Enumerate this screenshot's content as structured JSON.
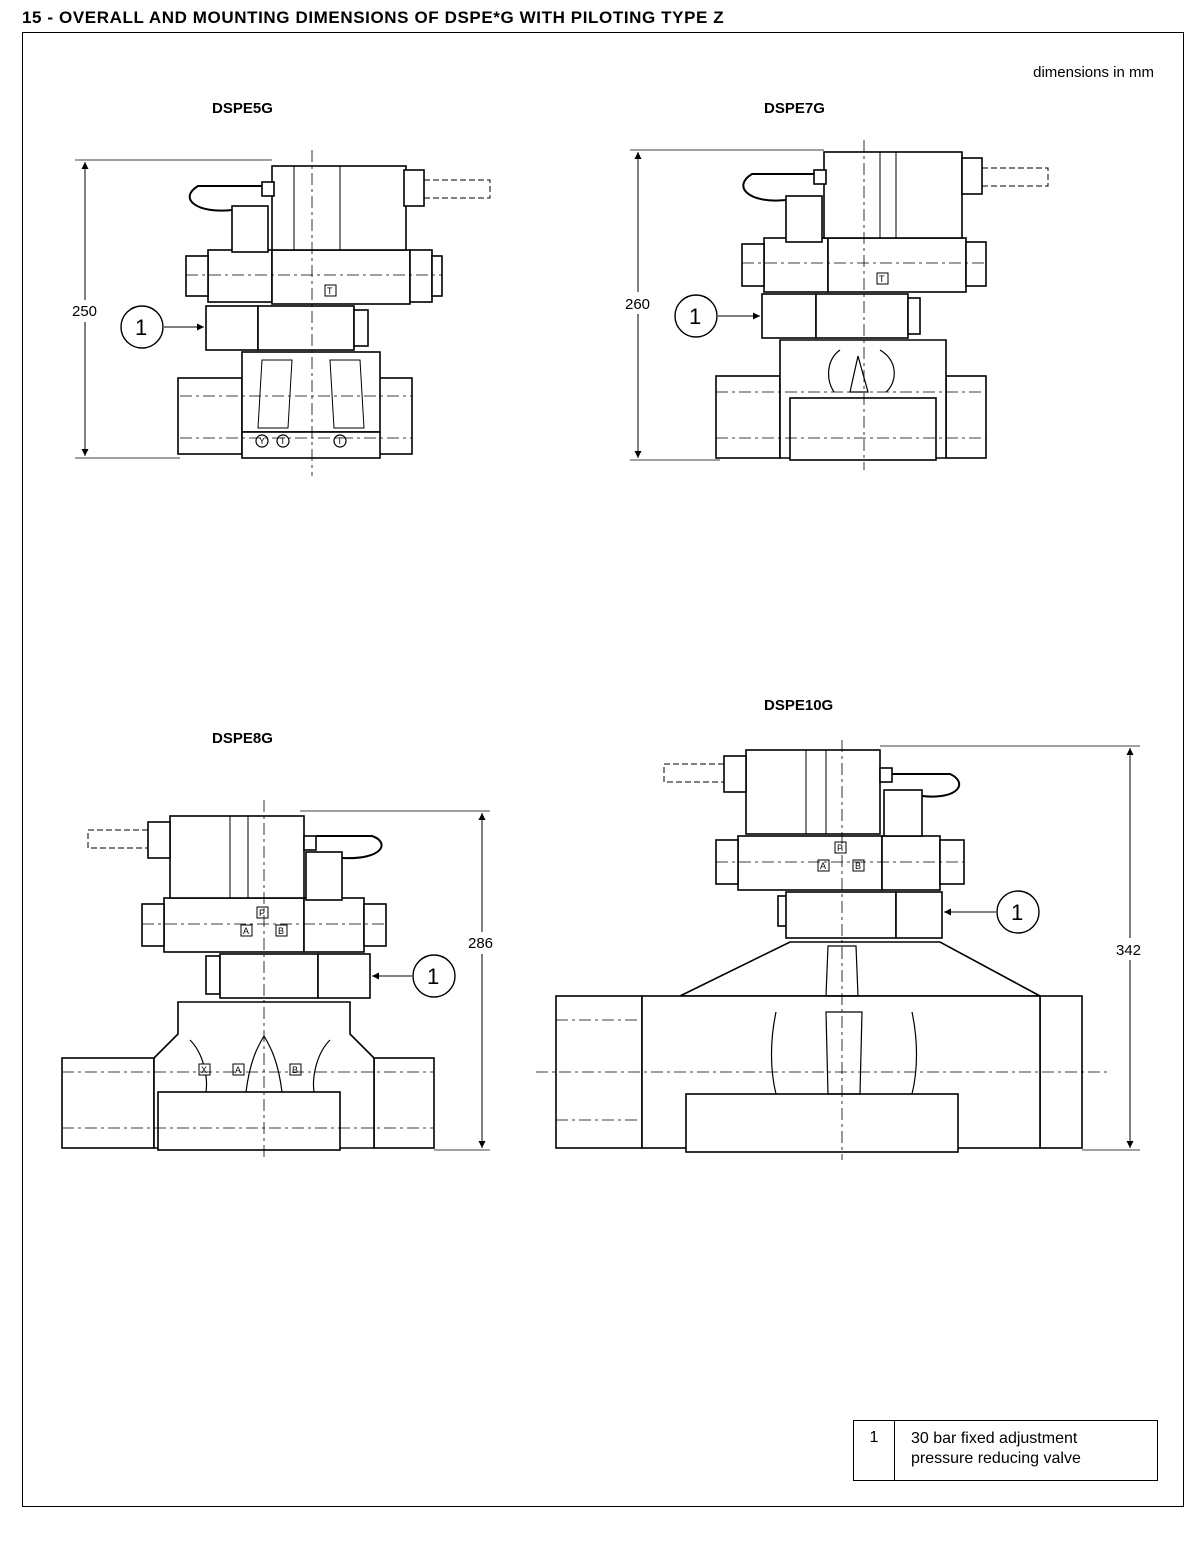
{
  "title": "15 - OVERALL AND MOUNTING DIMENSIONS OF DSPE*G WITH PILOTING TYPE Z",
  "units_note": "dimensions in mm",
  "views": {
    "dspe5g": {
      "label": "DSPE5G",
      "height_dim": "250",
      "callout": "1"
    },
    "dspe7g": {
      "label": "DSPE7G",
      "height_dim": "260",
      "callout": "1"
    },
    "dspe8g": {
      "label": "DSPE8G",
      "height_dim": "286",
      "callout": "1"
    },
    "dspe10g": {
      "label": "DSPE10G",
      "height_dim": "342",
      "callout": "1"
    }
  },
  "ports": {
    "t": "T",
    "p": "P",
    "a": "A",
    "b": "B",
    "x": "X",
    "y": "Y"
  },
  "legend": {
    "rows": [
      {
        "num": "1",
        "line1": "30 bar fixed adjustment",
        "line2": "pressure reducing valve"
      }
    ]
  }
}
